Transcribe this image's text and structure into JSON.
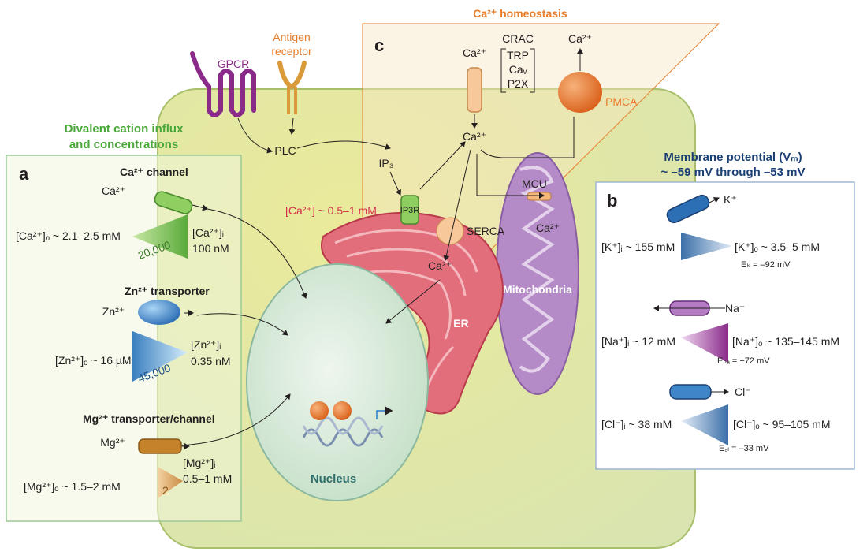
{
  "colors": {
    "cell_fill": "#e4e8a6",
    "cell_stroke": "#a9c06a",
    "panel_border_green": "#9cc99a",
    "panel_border_blue": "#9fb8d2",
    "homeostasis_orange": "#e87d2a",
    "gpcr_purple": "#8a2b8a",
    "mito_purple": "#a77dbb",
    "er_red": "#e0737d",
    "nucleus_fill": "#d8ecd6",
    "title_green": "#4aa83a",
    "title_navy": "#1b3f73"
  },
  "homeostasis": {
    "title": "Ca²⁺ homeostasis",
    "panel_letter": "c",
    "ca_top_left": "Ca²⁺",
    "crac": "CRAC",
    "trp": "TRP",
    "cav": "Caᵥ",
    "p2x": "P2X",
    "ca_top_right": "Ca²⁺",
    "pmca": "PMCA",
    "ca_cytosol": "Ca²⁺",
    "ip3": "IP₃",
    "ip3r": "IP3R",
    "er_conc": "[Ca²⁺] ~ 0.5–1 mM",
    "serca": "SERCA",
    "mcu": "MCU",
    "ca_mito": "Ca²⁺",
    "ca_er": "Ca²⁺",
    "mitochondria": "Mitochondria",
    "er": "ER"
  },
  "signaling": {
    "gpcr": "GPCR",
    "antigen_1": "Antigen",
    "antigen_2": "receptor",
    "plc": "PLC"
  },
  "panel_a": {
    "letter": "a",
    "header_1": "Divalent cation influx",
    "header_2": "and concentrations",
    "ca_channel": "Ca²⁺ channel",
    "ca_ion": "Ca²⁺",
    "ca_out": "[Ca²⁺]ₒ ~ 2.1–2.5 mM",
    "ca_in_1": "[Ca²⁺]ᵢ",
    "ca_in_2": "100 nM",
    "ca_ratio": "20,000",
    "zn_transporter": "Zn²⁺ transporter",
    "zn_ion": "Zn²⁺",
    "zn_out": "[Zn²⁺]ₒ ~ 16 µM",
    "zn_in_1": "[Zn²⁺]ᵢ",
    "zn_in_2": "0.35 nM",
    "zn_ratio": "45,000",
    "mg_transporter": "Mg²⁺ transporter/channel",
    "mg_ion": "Mg²⁺",
    "mg_out": "[Mg²⁺]ₒ ~ 1.5–2 mM",
    "mg_in_1": "[Mg²⁺]ᵢ",
    "mg_in_2": "0.5–1 mM",
    "mg_ratio": "2"
  },
  "nucleus": {
    "label": "Nucleus"
  },
  "panel_b": {
    "letter": "b",
    "header_1": "Membrane potential (Vₘ)",
    "header_2": "~ –59 mV through –53 mV",
    "k_ion": "K⁺",
    "k_in": "[K⁺]ᵢ ~ 155 mM",
    "k_out": "[K⁺]ₒ ~ 3.5–5 mM",
    "ek": "Eₖ = –92 mV",
    "na_ion": "Na⁺",
    "na_in": "[Na⁺]ᵢ ~ 12 mM",
    "na_out": "[Na⁺]ₒ ~ 135–145 mM",
    "ena": "Eₙₐ = +72 mV",
    "cl_ion": "Cl⁻",
    "cl_in": "[Cl⁻]ᵢ ~ 38 mM",
    "cl_out": "[Cl⁻]ₒ ~ 95–105 mM",
    "ecl": "E꜀ₗ = –33 mV"
  }
}
